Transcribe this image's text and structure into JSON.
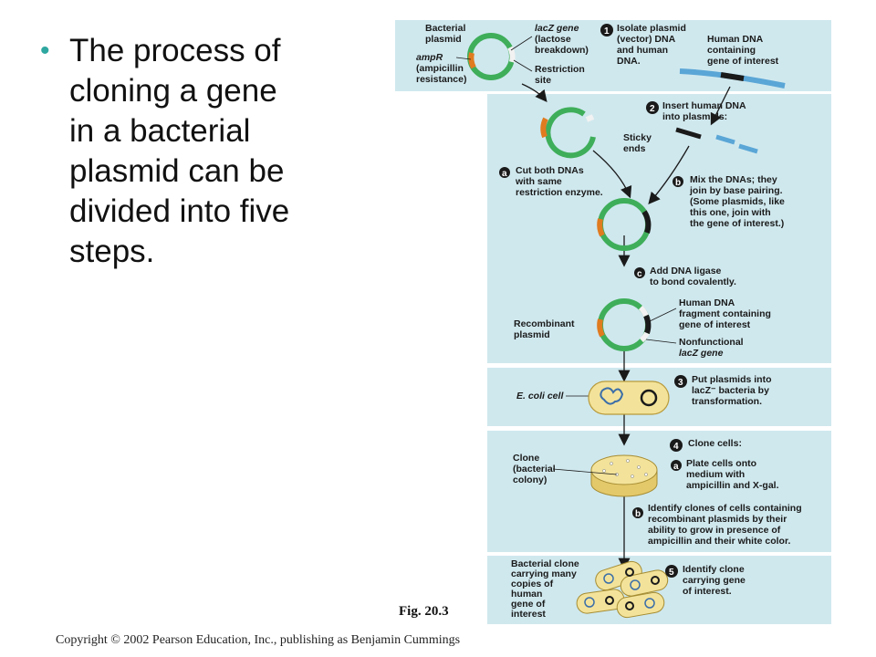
{
  "bullet": {
    "lines": [
      "The process of",
      "cloning a gene",
      "in a bacterial",
      "plasmid can be",
      "divided into five",
      "steps."
    ]
  },
  "figure": {
    "caption": "Fig. 20.3",
    "panel1": {
      "bacterial_plasmid": [
        "Bacterial",
        "plasmid"
      ],
      "lacz_gene": [
        "lacZ gene",
        "(lactose",
        "breakdown)"
      ],
      "ampr": [
        "ampR",
        "(ampicillin",
        "resistance)"
      ],
      "restriction_site": [
        "Restriction",
        "site"
      ],
      "step1": [
        "Isolate plasmid",
        "(vector) DNA",
        "and human",
        "DNA."
      ],
      "human_dna": [
        "Human DNA",
        "containing",
        "gene of interest"
      ]
    },
    "panel2": {
      "step2": [
        "Insert human DNA",
        "into plasmids:"
      ],
      "sticky_ends": [
        "Sticky",
        "ends"
      ],
      "step_a": [
        "Cut both DNAs",
        "with same",
        "restriction enzyme."
      ],
      "step_b": [
        "Mix the DNAs; they",
        "join by base pairing.",
        "(Some plasmids, like",
        "this one, join with",
        "the gene of interest.)"
      ],
      "step_c": [
        "Add DNA ligase",
        "to bond covalently."
      ],
      "recombinant_plasmid": [
        "Recombinant",
        "plasmid"
      ],
      "human_fragment": [
        "Human DNA",
        "fragment containing",
        "gene of interest"
      ],
      "nonfunctional_lacz": [
        "Nonfunctional",
        "lacZ gene"
      ]
    },
    "panel3": {
      "ecoli_cell": "E. coli cell",
      "step3": [
        "Put plasmids into",
        "lacZ⁻ bacteria by",
        "transformation."
      ]
    },
    "panel4": {
      "clone": [
        "Clone",
        "(bacterial",
        "colony)"
      ],
      "step4": "Clone cells:",
      "step_a": [
        "Plate cells onto",
        "medium with",
        "ampicillin and X-gal."
      ],
      "step_b": [
        "Identify clones of cells containing",
        "recombinant plasmids by their",
        "ability to grow in presence of",
        "ampicillin and their white color."
      ]
    },
    "panel5": {
      "bacterial_clone": [
        "Bacterial clone",
        "carrying many",
        "copies of",
        "human",
        "gene of",
        "interest"
      ],
      "step5": [
        "Identify clone",
        "carrying gene",
        "of interest."
      ]
    },
    "step_numbers": [
      "1",
      "2",
      "3",
      "4",
      "5"
    ],
    "substep_letters": [
      "a",
      "b",
      "c"
    ]
  },
  "copyright": "Copyright © 2002 Pearson Education, Inc., publishing as Benjamin Cummings",
  "colors": {
    "panel_bg": "#cfe8ee",
    "plasmid_green": "#3fae5a",
    "amp_orange": "#e07b20",
    "human_dna_blue": "#5aa6d6",
    "colony_yellow": "#f3e39a",
    "bullet_teal": "#2ea7a0"
  }
}
